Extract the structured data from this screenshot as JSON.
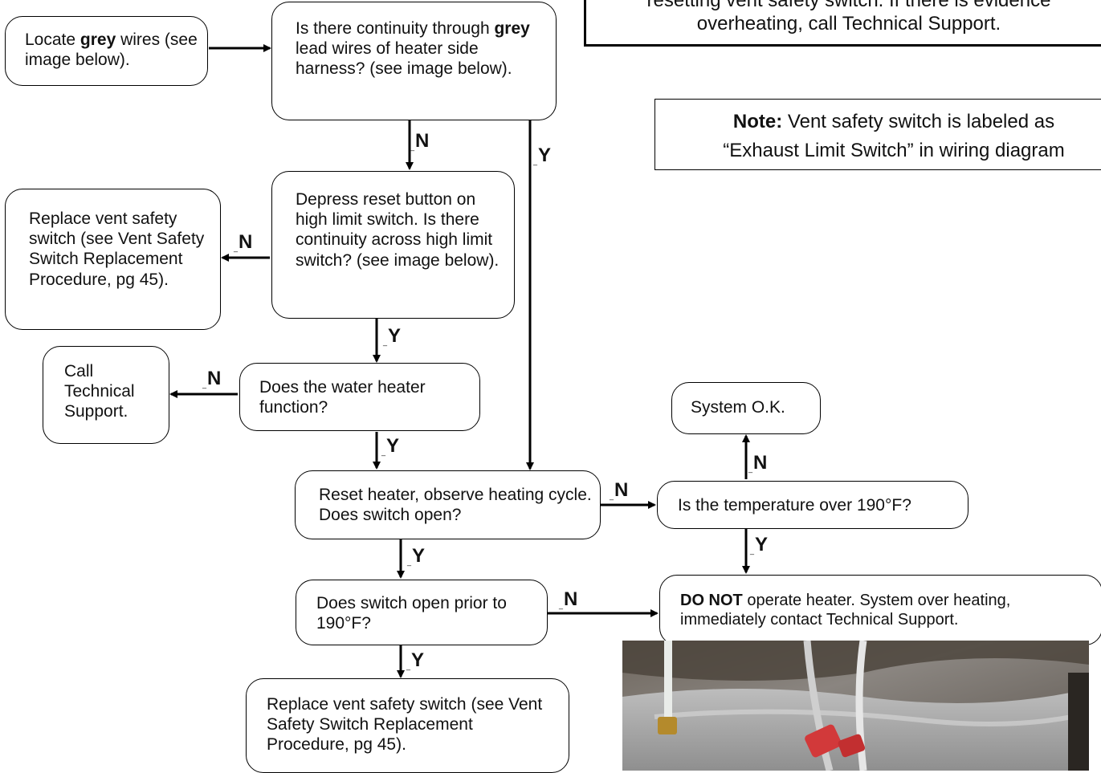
{
  "warning": {
    "line1": "resetting vent safety switch. If there is evidence",
    "line2": "overheating, call Technical Support."
  },
  "note": {
    "bold": "Note:",
    "line1": "Vent safety switch is labeled as",
    "line2": "“Exhaust Limit Switch” in wiring diagram"
  },
  "boxes": {
    "locate_grey": {
      "pre": "Locate ",
      "bold": "grey",
      "post": " wires (see image below)."
    },
    "continuity_grey": {
      "pre": "Is there continuity through ",
      "bold": "grey",
      "post": " lead wires of heater side harness? (see image below)."
    },
    "depress_reset": "Depress reset button on high limit switch. Is there continuity across high limit switch? (see image below).",
    "replace_vent_1": "Replace vent safety switch (see Vent Safety Switch Replacement Procedure, pg 45).",
    "call_support": "Call Technical Support.",
    "water_heater_function": "Does the water heater function?",
    "reset_heater": "Reset heater, observe heating cycle. Does switch open?",
    "system_ok": "System O.K.",
    "temperature_question": "Is the temperature over 190°F?",
    "switch_open_prior": "Does switch open prior to 190°F?",
    "do_not_operate": {
      "bold": "DO NOT",
      "post": " operate heater. System over heating, immediately contact Technical Support."
    },
    "replace_vent_2": "Replace vent safety switch (see Vent Safety Switch Replacement Procedure, pg 45)."
  },
  "labels": {
    "no": "N",
    "yes": "Y"
  }
}
